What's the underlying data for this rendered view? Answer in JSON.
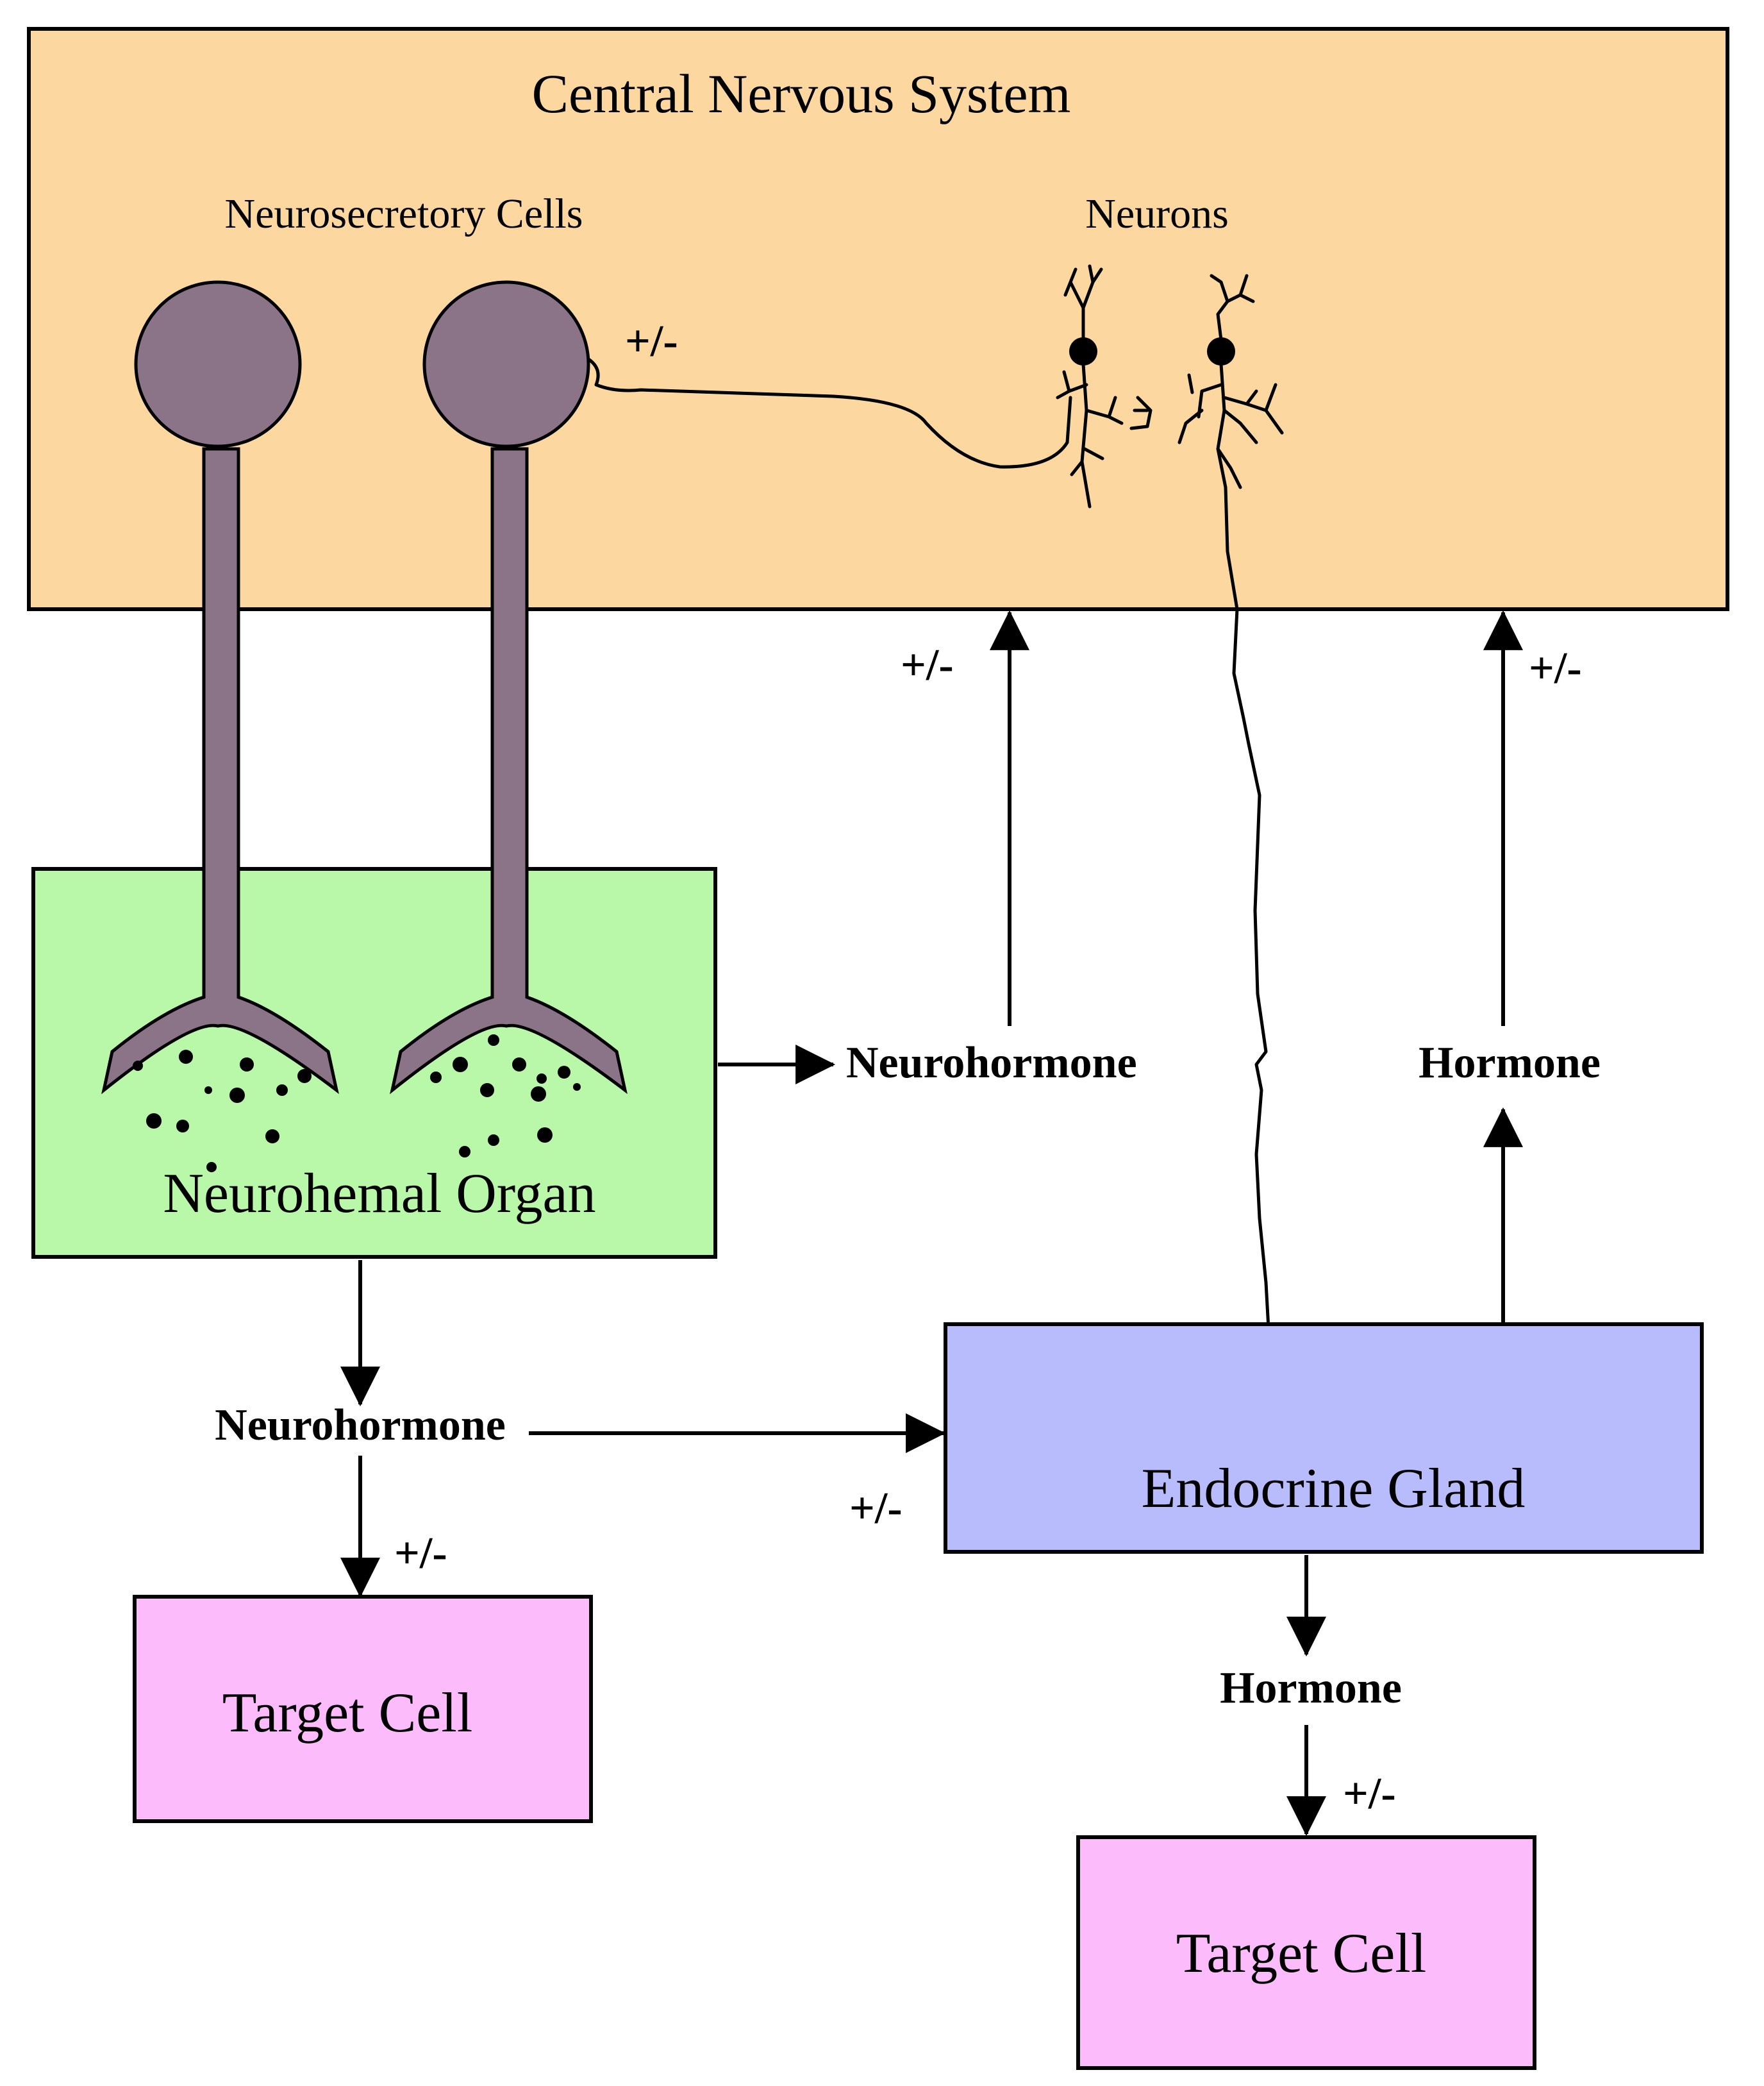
{
  "colors": {
    "cns_fill": "#FCD8A0",
    "neurohemal_fill": "#B8F8A8",
    "endocrine_fill": "#B8BCFC",
    "target_fill": "#FCBCFC",
    "neurosecretory_cell": "#8C7488"
  },
  "cns": {
    "title": "Central Nervous System",
    "neurosecretory_label": "Neurosecretory Cells",
    "neurons_label": "Neurons"
  },
  "neurohemal": {
    "label": "Neurohemal Organ"
  },
  "endocrine": {
    "label": "Endocrine Gland"
  },
  "target_left": {
    "label": "Target Cell"
  },
  "target_right": {
    "label": "Target Cell"
  },
  "flows": {
    "neurohormone_right": "Neurohormone",
    "hormone_up": "Hormone",
    "neurohormone_down": "Neurohormone",
    "hormone_down": "Hormone"
  },
  "modulation": {
    "synapse_on_cell": "+/-",
    "neurohormone_to_cns": "+/-",
    "hormone_to_cns": "+/-",
    "neuron_to_gland": "+/-",
    "neurohormone_to_gland": "+/-",
    "neurohormone_to_target": "+/-",
    "hormone_to_target": "+/-"
  }
}
